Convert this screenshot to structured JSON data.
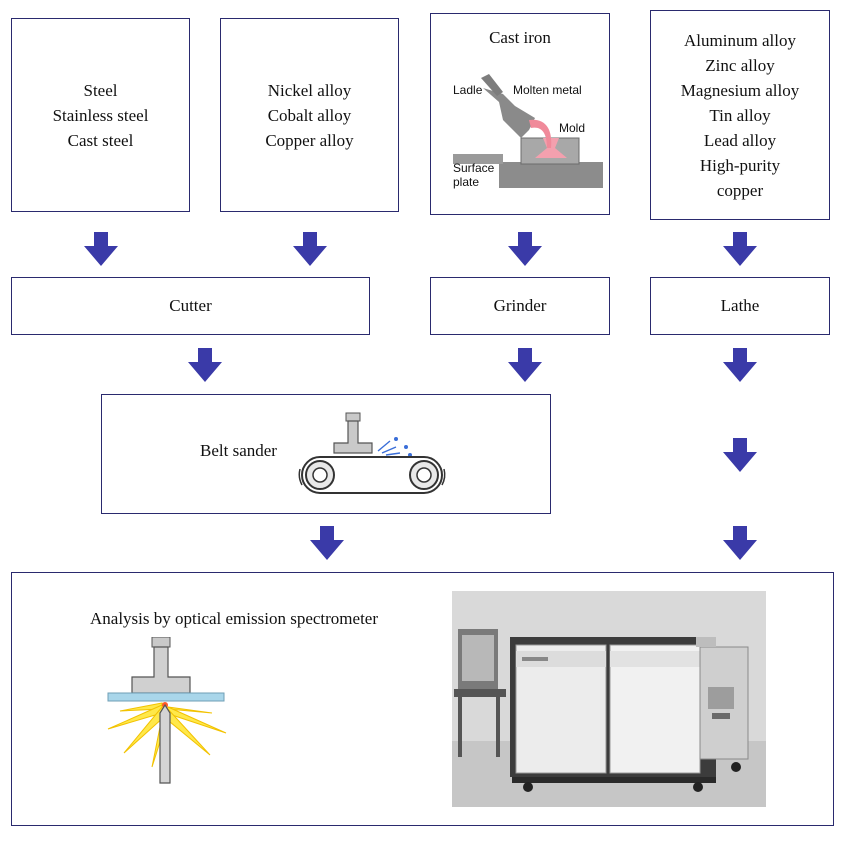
{
  "materials": {
    "group1": [
      "Steel",
      "Stainless steel",
      "Cast steel"
    ],
    "group2": [
      "Nickel alloy",
      "Cobalt alloy",
      "Copper alloy"
    ],
    "group3": {
      "title": "Cast iron",
      "labels": {
        "ladle": "Ladle",
        "molten_metal": "Molten metal",
        "mold": "Mold",
        "surface_plate_1": "Surface",
        "surface_plate_2": "plate"
      }
    },
    "group4": [
      "Aluminum alloy",
      "Zinc alloy",
      "Magnesium alloy",
      "Tin alloy",
      "Lead alloy",
      "High-purity",
      "copper"
    ]
  },
  "stages": {
    "cutter": "Cutter",
    "grinder": "Grinder",
    "lathe": "Lathe",
    "belt_sander": "Belt sander"
  },
  "analysis": {
    "label": "Analysis by optical emission spectrometer"
  },
  "colors": {
    "arrow": "#3a3aa8",
    "border": "#2a2a6e",
    "molten": "#f08a9a",
    "spark": "#ffe84a"
  }
}
